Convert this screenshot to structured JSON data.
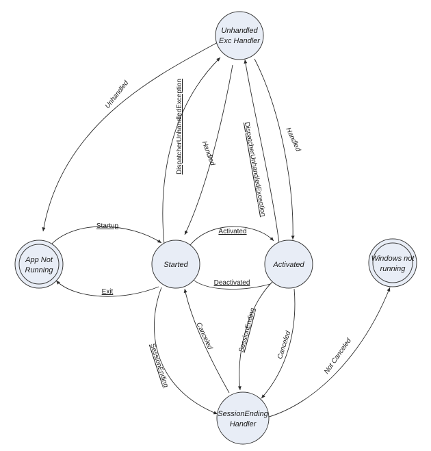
{
  "nodes": {
    "unhandled": {
      "lines": [
        "Unhandled",
        "Exc Handler"
      ]
    },
    "app_not_running": {
      "lines": [
        "App Not",
        "Running"
      ]
    },
    "started": {
      "lines": [
        "Started"
      ]
    },
    "activated": {
      "lines": [
        "Activated"
      ]
    },
    "windows_not_running": {
      "lines": [
        "Windows not",
        "running"
      ]
    },
    "session_handler": {
      "lines": [
        "SessionEnding",
        "Handler"
      ]
    }
  },
  "edges": {
    "unhandled": "Unhandled",
    "dispatcher_started": "DispatcherUnhandledException",
    "handled_started": "Handled",
    "dispatcher_activated": "DispatcherUnhandledException",
    "handled_activated": "Handled",
    "startup": "Startup",
    "exit": "Exit",
    "activated": "Activated",
    "deactivated": "Deactivated",
    "session_started": "SessionEnding",
    "canceled_started": "Canceled",
    "session_activated": "SessionEnding",
    "canceled_activated": "Canceled",
    "not_canceled": "Not Canceled"
  }
}
